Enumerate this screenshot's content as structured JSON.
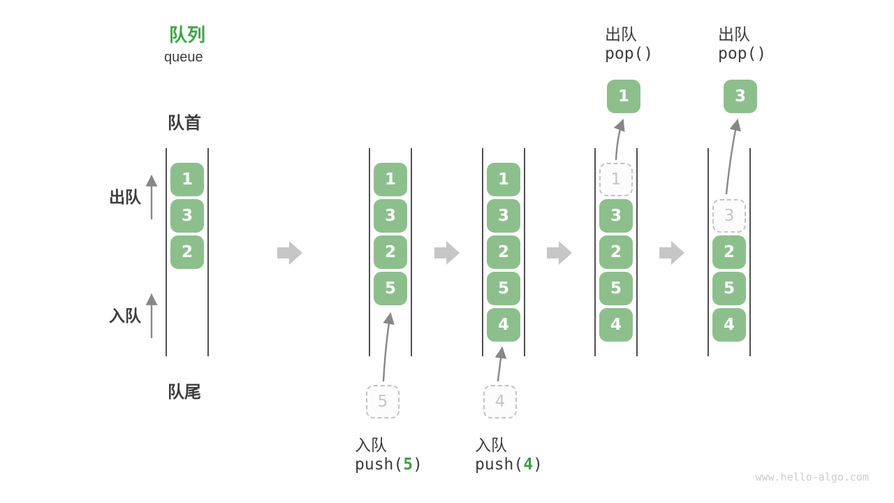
{
  "title": {
    "zh": "队列",
    "en": "queue"
  },
  "labels": {
    "front": "队首",
    "rear": "队尾",
    "dequeue_side": "出队",
    "enqueue_side": "入队"
  },
  "ops": {
    "push5": {
      "name": "入队",
      "fn_open": "push(",
      "arg": "5",
      "fn_close": ")"
    },
    "push4": {
      "name": "入队",
      "fn_open": "push(",
      "arg": "4",
      "fn_close": ")"
    },
    "pop1": {
      "name": "出队",
      "code": "pop()"
    },
    "pop2": {
      "name": "出队",
      "code": "pop()"
    }
  },
  "states": [
    {
      "slots": [
        "1",
        "3",
        "2"
      ]
    },
    {
      "slots": [
        "1",
        "3",
        "2",
        "5"
      ],
      "incoming": "5"
    },
    {
      "slots": [
        "1",
        "3",
        "2",
        "5",
        "4"
      ],
      "incoming": "4"
    },
    {
      "slots": [
        "1",
        "3",
        "2",
        "5",
        "4"
      ],
      "outgoing": "1"
    },
    {
      "slots": [
        "3",
        "2",
        "5",
        "4"
      ],
      "outgoing": "3"
    }
  ],
  "colors": {
    "item_green": "#8dbf8d",
    "title_green": "#3ca345",
    "code_green": "#3f9e44",
    "text_dark": "#3d3d3d",
    "thin_arrow": "#878787",
    "block_arrow": "#c6c6c6",
    "dashed_border": "#c2c2c2",
    "dashed_text": "#c5c5c5",
    "container_line": "#4f4f4f",
    "watermark": "#cccccc"
  },
  "watermark": "www.hello-algo.com"
}
